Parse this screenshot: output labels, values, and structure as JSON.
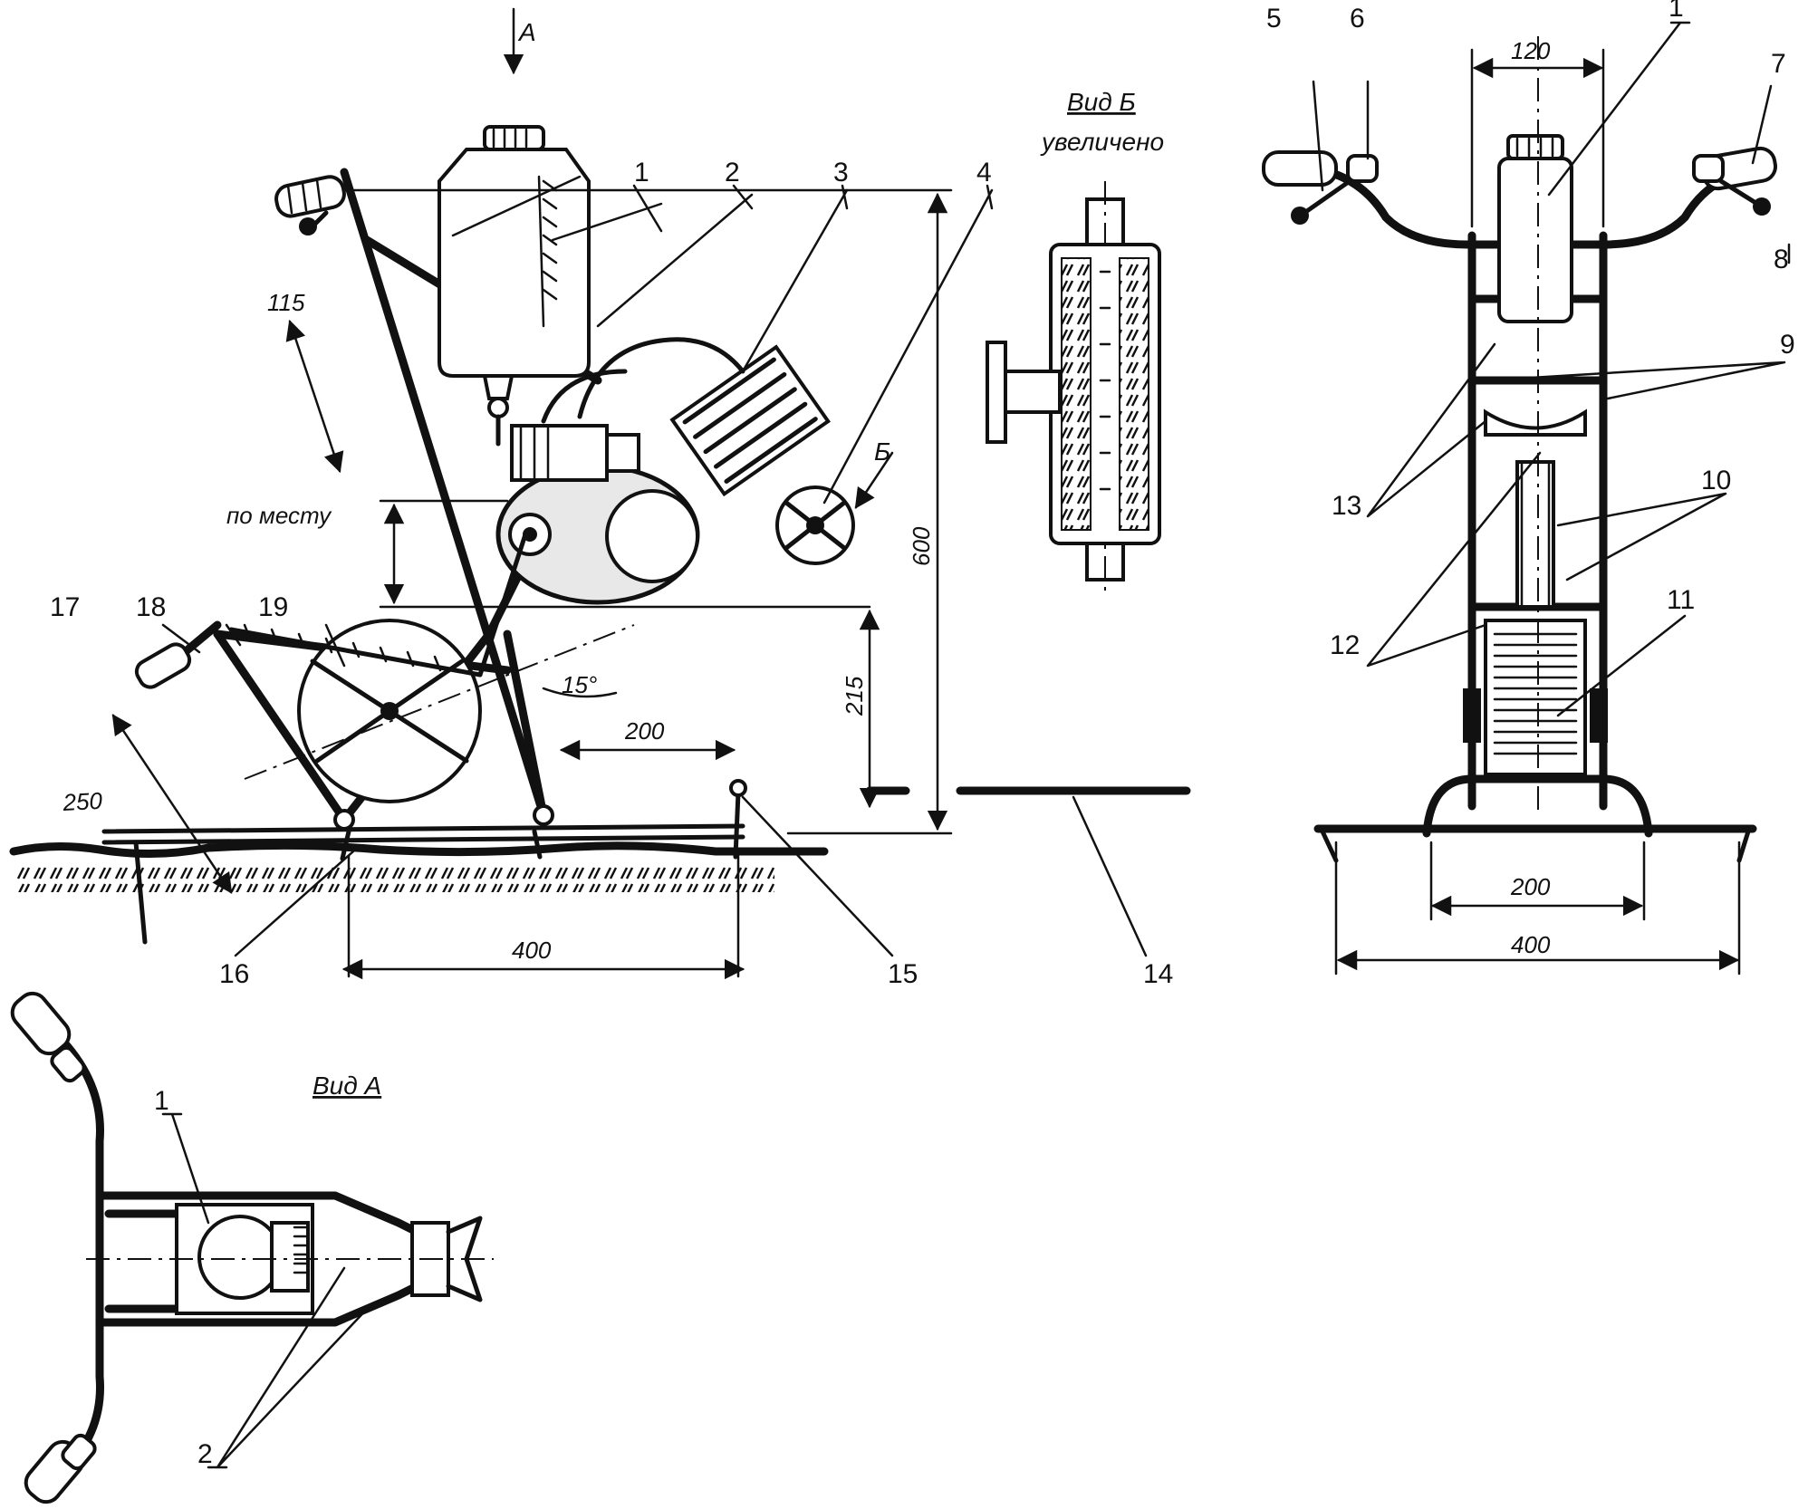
{
  "side_view": {
    "view_arrow_a": "А",
    "view_arrow_b": "Б",
    "dimensions": {
      "d115": "115",
      "po_mestu": "по месту",
      "d250": "250",
      "d15": "15°",
      "d200": "200",
      "d215": "215",
      "d600": "600",
      "d400": "400"
    },
    "callouts": {
      "c1": "1",
      "c2": "2",
      "c3": "3",
      "c4": "4",
      "c14": "14",
      "c15": "15",
      "c16": "16",
      "c17": "17",
      "c18": "18",
      "c19": "19"
    }
  },
  "view_b": {
    "title": "Вид Б",
    "subtitle": "увеличено"
  },
  "front_view": {
    "dimensions": {
      "d120": "120",
      "d200": "200",
      "d400": "400"
    },
    "callouts": {
      "c1": "1",
      "c5": "5",
      "c6": "6",
      "c7": "7",
      "c8": "8",
      "c9": "9",
      "c10": "10",
      "c11": "11",
      "c12": "12",
      "c13": "13"
    }
  },
  "view_a": {
    "title": "Вид А",
    "callouts": {
      "c1": "1",
      "c2": "2"
    }
  }
}
